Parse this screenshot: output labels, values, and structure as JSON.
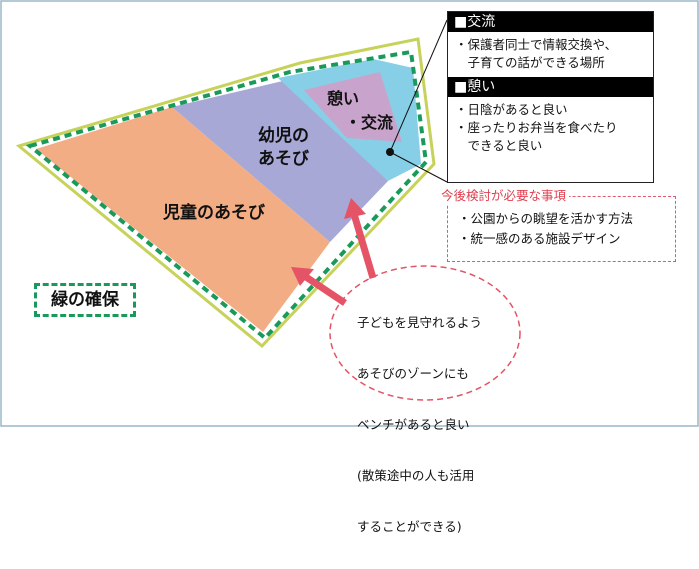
{
  "areas": {
    "child_play": "児童のあそび",
    "infant_play_line1": "幼児の",
    "infant_play_line2": "あそび",
    "rest_line1": "憩い",
    "rest_line2": "・交流"
  },
  "callout": {
    "exchange_title": "■交流",
    "exchange_items": [
      "・保護者同士で情報交換や、",
      "　子育ての話ができる場所"
    ],
    "rest_title": "■憩い",
    "rest_items": [
      "・日陰があると良い",
      "・座ったりお弁当を食べたり",
      "　できると良い"
    ]
  },
  "future": {
    "title": "今後検討が必要な事項",
    "items": [
      "・公園からの眺望を活かす方法",
      "・統一感のある施設デザイン"
    ]
  },
  "green": {
    "label": "緑の確保"
  },
  "bubble": {
    "lines": [
      "子どもを見守れるよう",
      "あそびのゾーンにも",
      "ベンチがあると良い",
      "(散策途中の人も活用",
      "することができる)"
    ]
  },
  "colors": {
    "child_play_fill": "#f2ad85",
    "infant_play_fill": "#a7a8d6",
    "exchange_fill": "#86cfe6",
    "rest_fill": "#c8a4cc",
    "green_dash": "#1a9a5a",
    "outline": "#c7d25a",
    "arrow": "#e45466",
    "note_red": "#e0404f"
  }
}
